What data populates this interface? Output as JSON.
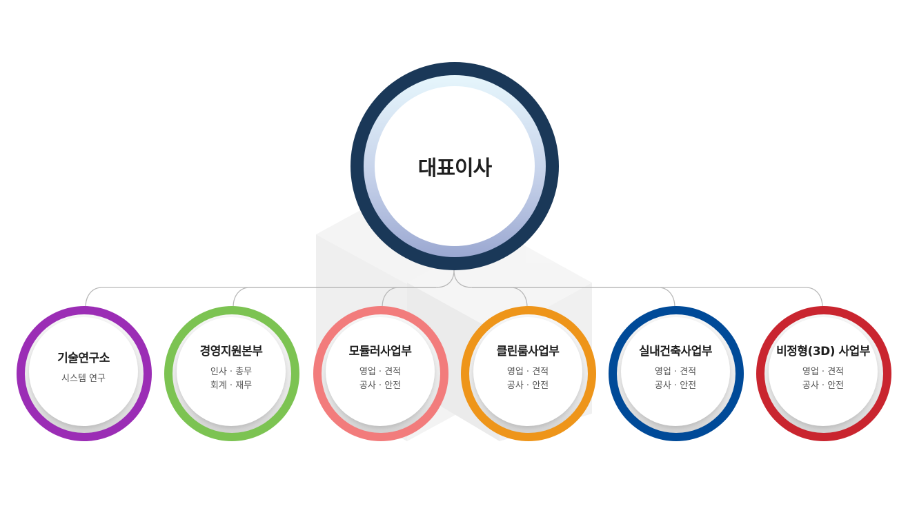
{
  "ceo": {
    "title": "대표이사",
    "ring_color": "#1a3858"
  },
  "departments": [
    {
      "name": "기술연구소",
      "lines": [
        "시스템 연구"
      ],
      "color": "#9b2db5"
    },
    {
      "name": "경영지원본부",
      "lines": [
        "인사 · 총무",
        "회계 · 재무"
      ],
      "color": "#7cc352"
    },
    {
      "name": "모듈러사업부",
      "lines": [
        "영업 · 견적",
        "공사 · 안전"
      ],
      "color": "#f27c7c"
    },
    {
      "name": "클린룸사업부",
      "lines": [
        "영업 · 견적",
        "공사 · 안전"
      ],
      "color": "#ee951a"
    },
    {
      "name": "실내건축사업부",
      "lines": [
        "영업 · 견적",
        "공사 · 안전"
      ],
      "color": "#004a98"
    },
    {
      "name": "비정형(3D) 사업부",
      "lines": [
        "영업 · 견적",
        "공사 · 안전"
      ],
      "color": "#c9252f"
    }
  ]
}
